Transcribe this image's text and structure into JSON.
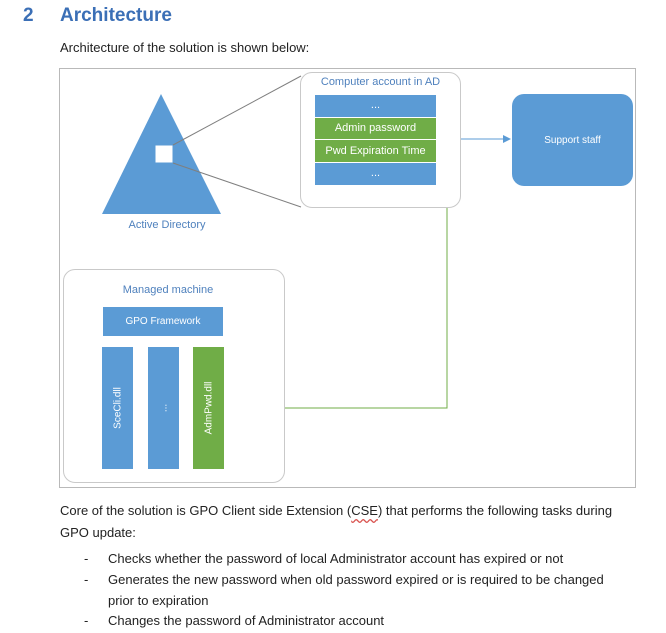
{
  "heading": {
    "number": "2",
    "title": "Architecture"
  },
  "intro": "Architecture of the solution is shown below:",
  "diagram": {
    "ad_label": "Active Directory",
    "computer_account": {
      "title": "Computer account in AD",
      "rows": [
        "...",
        "Admin password",
        "Pwd Expiration Time",
        "..."
      ]
    },
    "support_staff": "Support staff",
    "managed_machine": {
      "title": "Managed machine",
      "framework": "GPO Framework",
      "columns": [
        "SceCli.dll",
        "...",
        "AdmPwd.dll"
      ]
    },
    "colors": {
      "blue": "#5b9bd5",
      "green": "#70ad47",
      "label": "#4f81bd"
    }
  },
  "paragraph": {
    "before": "Core of the solution is GPO Client side Extension (",
    "cse": "CSE",
    "after": ") that performs the following tasks during GPO update:"
  },
  "bullets": [
    "Checks whether the password of local Administrator account has expired or not",
    "Generates the new password when old password expired or is required to be changed prior to expiration",
    "Changes the password of Administrator account"
  ],
  "bullet_marker": "-"
}
